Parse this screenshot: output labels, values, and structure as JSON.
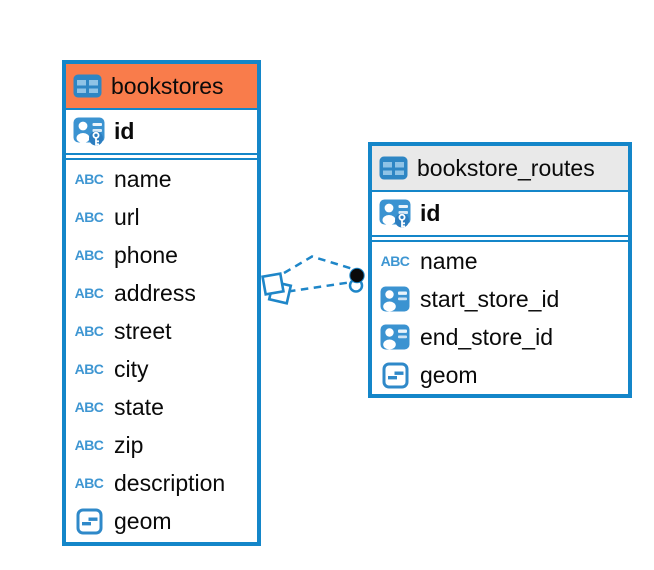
{
  "diagram": {
    "colors": {
      "table_border_blue": "#1486c9",
      "selected_header_orange": "#f97c4b",
      "header_gray": "#e9e9e9",
      "icon_blue": "#3b93d1",
      "relationship_line_blue": "#1e86c8",
      "endpoint_dot_black": "#0a0a0a"
    },
    "icon_labels": {
      "text_type": "ABC"
    },
    "tables": [
      {
        "name": "bookstores",
        "key_column": "id",
        "header_color": "#f97c4b",
        "columns": [
          "name",
          "url",
          "phone",
          "address",
          "street",
          "city",
          "state",
          "zip",
          "description",
          "geom"
        ]
      },
      {
        "name": "bookstore_routes",
        "key_column": "id",
        "header_color": "#e9e9e9",
        "columns": [
          "name",
          "start_store_id",
          "end_store_id",
          "geom"
        ]
      }
    ],
    "relationships": [
      {
        "from": "bookstores",
        "to": "bookstore_routes",
        "line_style": "dashed"
      },
      {
        "from": "bookstores",
        "to": "bookstore_routes",
        "line_style": "dashed"
      }
    ]
  }
}
